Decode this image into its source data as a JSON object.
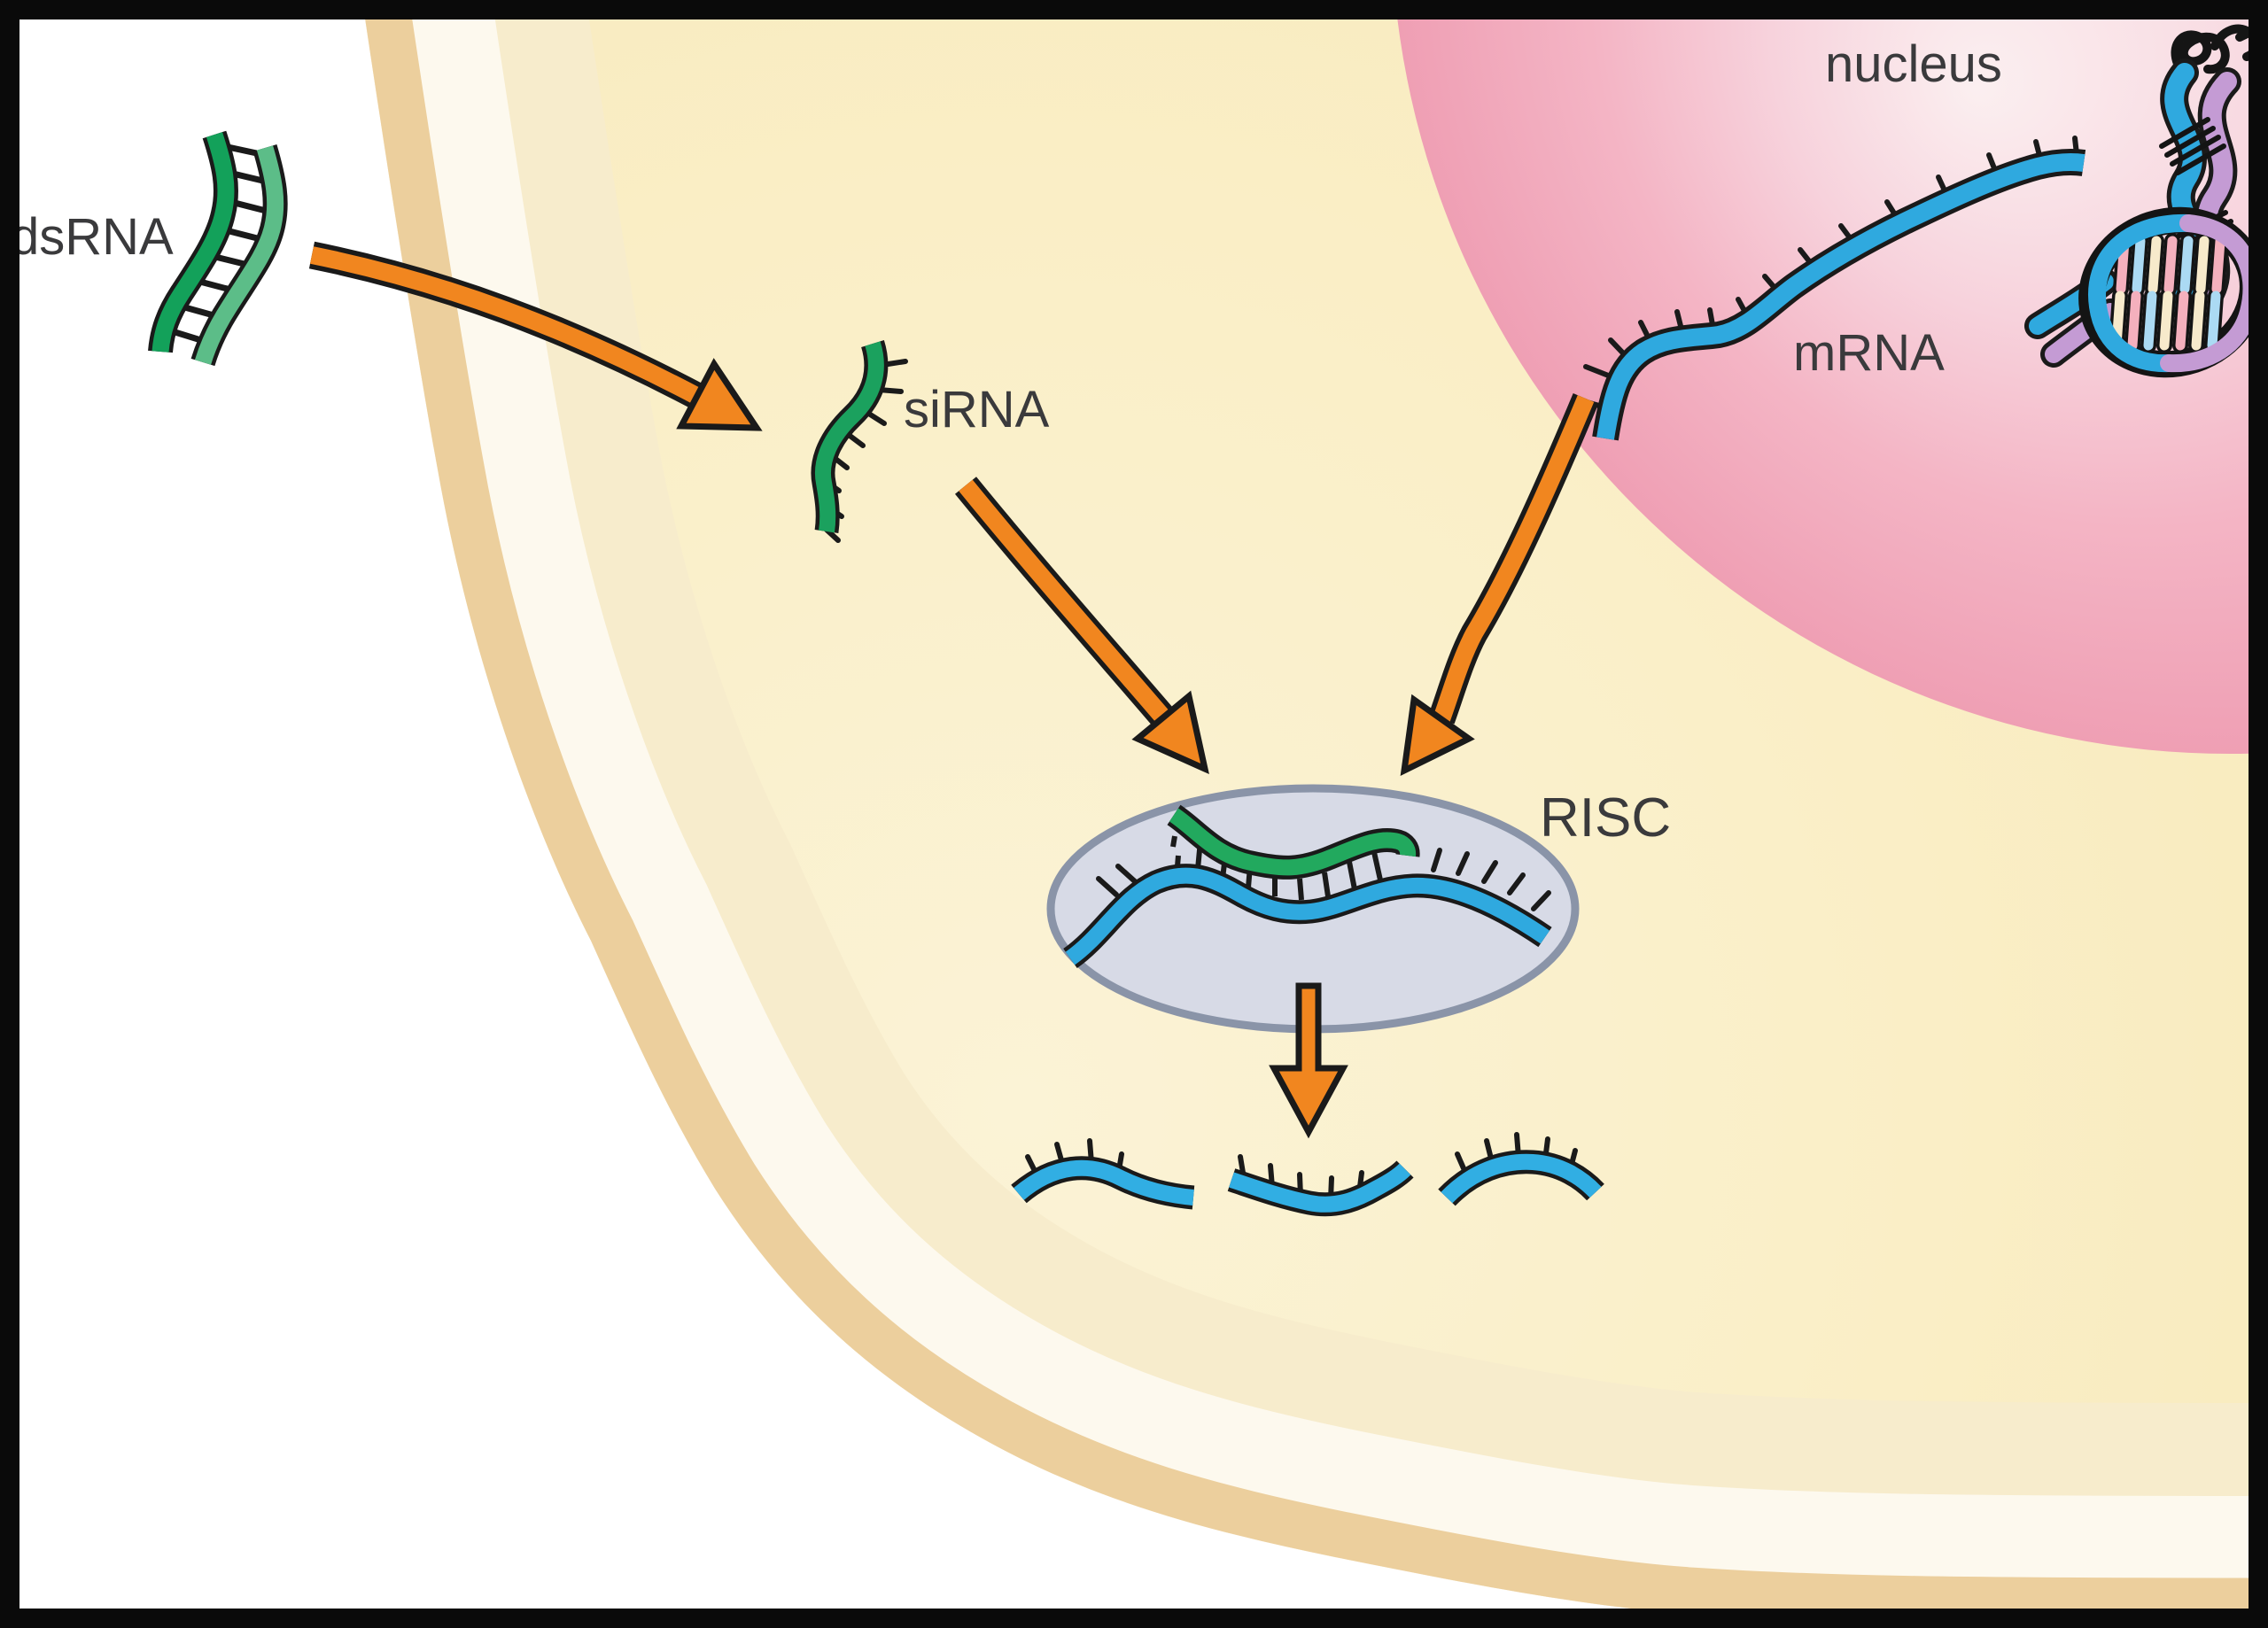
{
  "figure": {
    "type": "biology schematic diagram",
    "topic": "RNA interference: siRNA-guided cleavage of mRNA by RISC",
    "labels": {
      "dsrna": "dsRNA",
      "sirna": "siRNA",
      "mrna": "mRNA",
      "nucleus": "nucleus",
      "risc": "RISC"
    },
    "colors": {
      "frame": "#0a0a0a",
      "background_outside_cell": "#ffffff",
      "cell_interior": "#faefc6",
      "cell_membrane_tan": "#eccf9d",
      "membrane_highlight": "#fdf9ee",
      "nucleus_edge_pink": "#ef9fb4",
      "nucleus_center": "#fbeff0",
      "rna_green_dark": "#13a15a",
      "rna_green_light": "#5cbd88",
      "rna_blue": "#2fa9df",
      "dna_purple": "#c49bd4",
      "dna_basepair_pink": "#f4b0bd",
      "dna_basepair_blue": "#abdaf3",
      "dna_basepair_cream": "#f7eacb",
      "risc_fill": "#d7dae6",
      "risc_outline": "#8a94a8",
      "arrow_orange": "#f1861f",
      "outline": "#1a1a1a",
      "label_text": "#3a3a3c"
    },
    "entities": [
      {
        "id": "dsrna",
        "label_key": "dsrna",
        "depiction": "green double-stranded RNA ladder outside the cell membrane"
      },
      {
        "id": "sirna",
        "label_key": "sirna",
        "depiction": "short green single strand with base ticks in the cytoplasm"
      },
      {
        "id": "nucleus",
        "label_key": "nucleus",
        "depiction": "pink nucleus in upper right containing a DNA double helix"
      },
      {
        "id": "mrna",
        "label_key": "mrna",
        "depiction": "blue mRNA strand exported from the nucleus"
      },
      {
        "id": "risc",
        "label_key": "risc",
        "depiction": "gray oval complex where the green siRNA strand base-pairs with the blue mRNA"
      },
      {
        "id": "cleaved-mrna",
        "label_key": null,
        "depiction": "three short blue mRNA fragments below RISC"
      }
    ],
    "process_arrows": [
      {
        "from": "dsrna",
        "to": "sirna"
      },
      {
        "from": "sirna",
        "to": "risc"
      },
      {
        "from": "mrna",
        "to": "risc"
      },
      {
        "from": "risc",
        "to": "cleaved-mrna"
      }
    ]
  }
}
